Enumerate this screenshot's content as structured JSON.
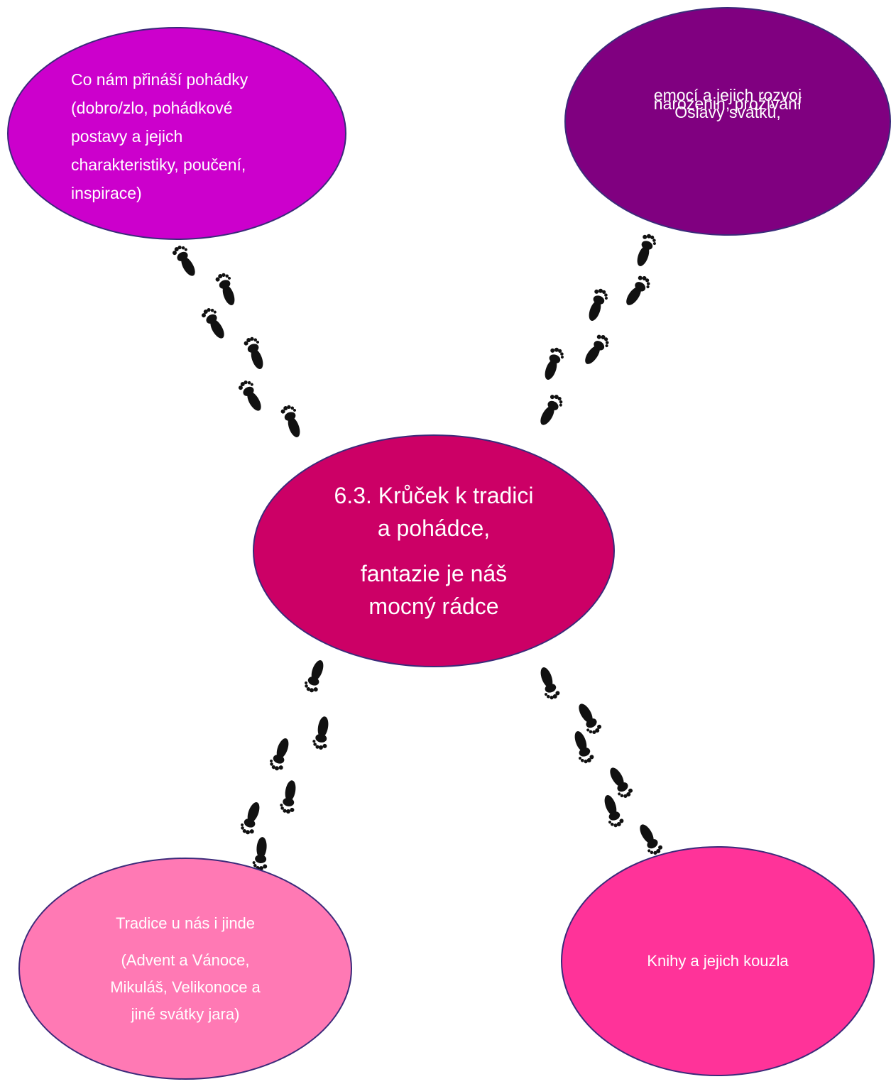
{
  "title_node": {
    "line1": "6.3. Krůček k tradici",
    "line2": "a pohádce,",
    "line3": "fantazie je náš",
    "line4": "mocný rádce",
    "color": "#cc0066"
  },
  "nodes": {
    "top_left": {
      "lines": [
        "Co nám přináší pohádky",
        "(dobro/zlo, pohádkové",
        "postavy a jejich",
        "charakteristiky, poučení,",
        "inspirace)"
      ],
      "color": "#cc00cc"
    },
    "top_right": {
      "lines": [
        "Oslavy svátků,",
        "narozenin, prožívání",
        "emocí a jejich rozvoj"
      ],
      "color": "#800080"
    },
    "bottom_left": {
      "title": "Tradice u nás i jinde",
      "lines": [
        "(Advent a Vánoce,",
        "Mikuláš, Velikonoce a",
        "jiné svátky jara)"
      ],
      "color": "#ff79b4"
    },
    "bottom_right": {
      "lines": [
        "Knihy a jejich kouzla"
      ],
      "color": "#ff3399"
    }
  },
  "connector": {
    "style": "footprints-icon",
    "color": "#111111"
  }
}
